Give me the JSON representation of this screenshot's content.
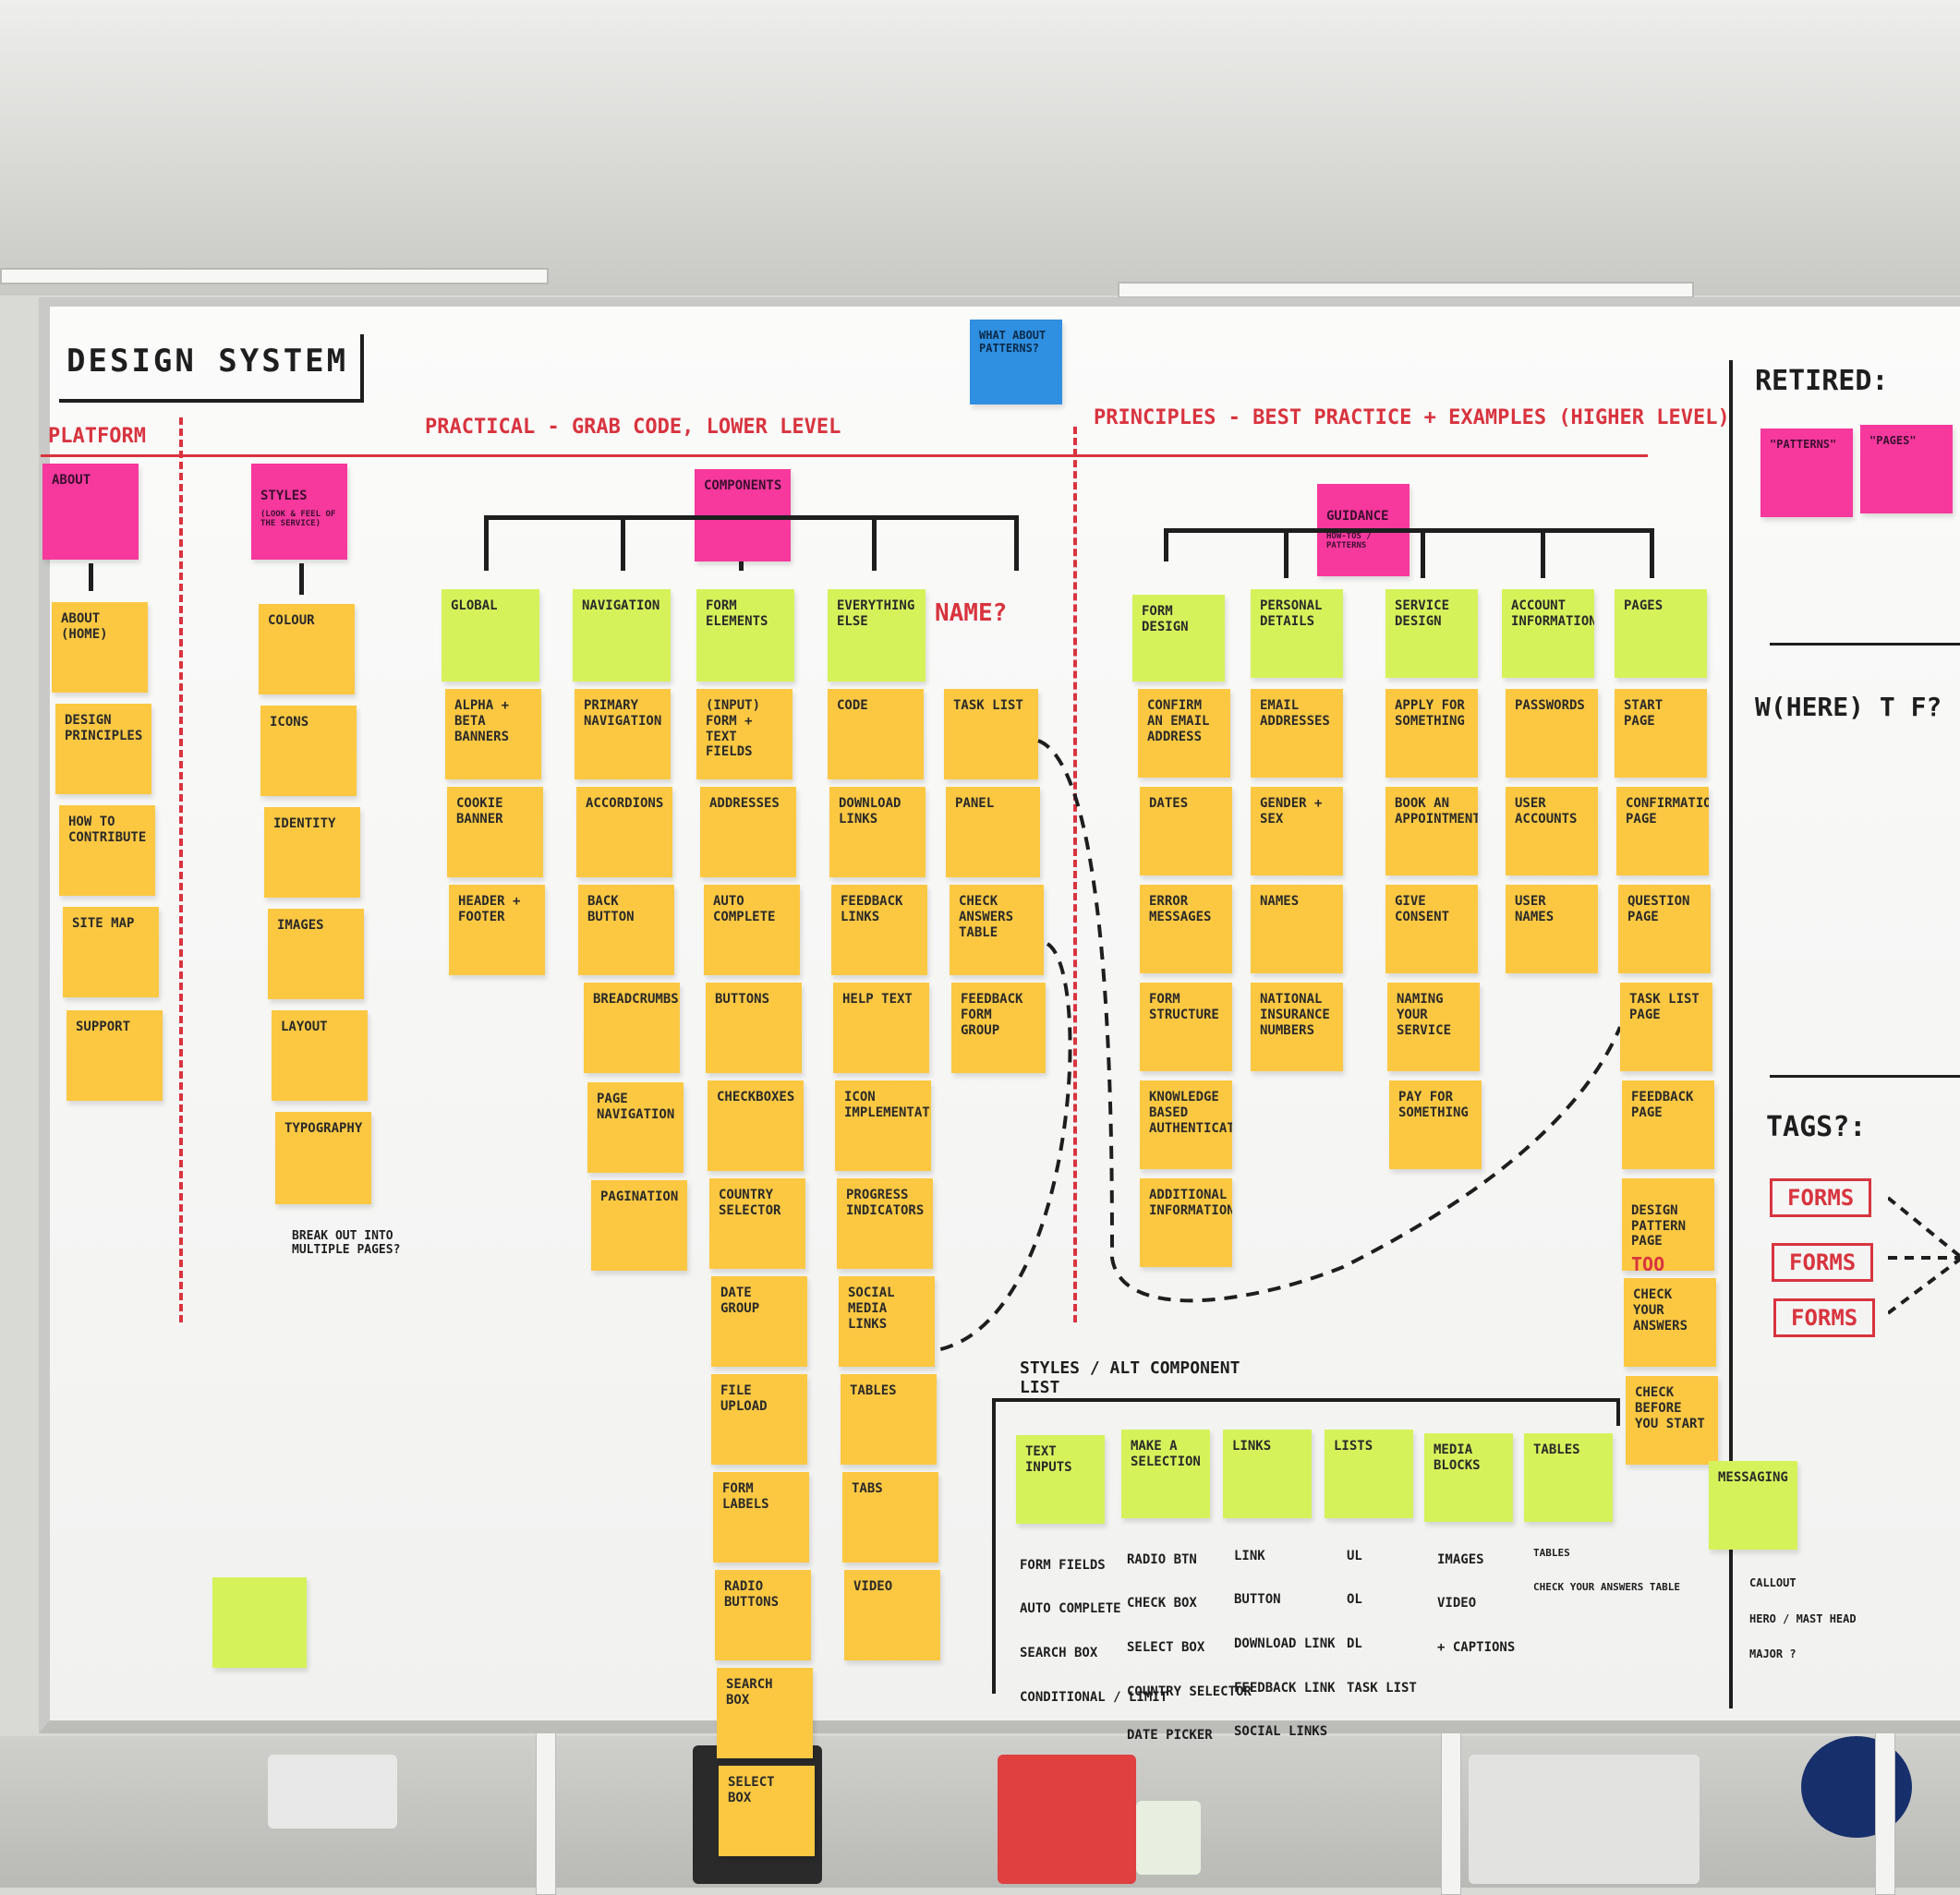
{
  "board": {
    "title": "DESIGN SYSTEM",
    "headers": {
      "platform": "PLATFORM",
      "practical": "PRACTICAL - GRAB CODE, LOWER LEVEL",
      "principles": "PRINCIPLES - BEST PRACTICE + EXAMPLES (HIGHER LEVEL)"
    },
    "blue_note": "WHAT ABOUT PATTERNS?",
    "name_question": "NAME?",
    "top_level": {
      "about": "ABOUT",
      "styles": "STYLES",
      "styles_sub": "(LOOK & FEEL OF THE SERVICE)",
      "components": "COMPONENTS",
      "guidance": "GUIDANCE",
      "guidance_sub": "HOW-TOS / PATTERNS"
    },
    "about_items": [
      "ABOUT (HOME)",
      "DESIGN PRINCIPLES",
      "HOW TO CONTRIBUTE",
      "SITE MAP",
      "SUPPORT"
    ],
    "style_items": [
      "COLOUR",
      "ICONS",
      "IDENTITY",
      "IMAGES",
      "LAYOUT",
      "TYPOGRAPHY"
    ],
    "typography_note": "BREAK OUT INTO MULTIPLE PAGES?",
    "component_groups": [
      {
        "title": "GLOBAL",
        "items": [
          "ALPHA + BETA BANNERS",
          "COOKIE BANNER",
          "HEADER + FOOTER"
        ]
      },
      {
        "title": "NAVIGATION",
        "items": [
          "PRIMARY NAVIGATION",
          "ACCORDIONS",
          "BACK BUTTON",
          "BREADCRUMBS",
          "PAGE NAVIGATION",
          "PAGINATION"
        ]
      },
      {
        "title": "FORM ELEMENTS",
        "items": [
          "(INPUT) FORM + TEXT FIELDS",
          "ADDRESSES",
          "AUTO COMPLETE",
          "BUTTONS",
          "CHECKBOXES",
          "COUNTRY SELECTOR",
          "DATE GROUP",
          "FILE UPLOAD",
          "FORM LABELS",
          "RADIO BUTTONS",
          "SEARCH BOX",
          "SELECT BOX"
        ]
      },
      {
        "title": "EVERYTHING ELSE",
        "items": [
          "CODE",
          "DOWNLOAD LINKS",
          "FEEDBACK LINKS",
          "HELP TEXT",
          "ICON IMPLEMENTATION",
          "PROGRESS INDICATORS",
          "SOCIAL MEDIA LINKS",
          "TABLES",
          "TABS",
          "VIDEO"
        ]
      },
      {
        "title": "",
        "items": [
          "TASK LIST",
          "PANEL",
          "CHECK ANSWERS TABLE",
          "FEEDBACK FORM GROUP"
        ]
      }
    ],
    "guidance_groups": [
      {
        "title": "FORM DESIGN",
        "items": [
          "CONFIRM AN EMAIL ADDRESS",
          "DATES",
          "ERROR MESSAGES",
          "FORM STRUCTURE",
          "KNOWLEDGE BASED AUTHENTICATION",
          "ADDITIONAL INFORMATION"
        ]
      },
      {
        "title": "PERSONAL DETAILS",
        "items": [
          "EMAIL ADDRESSES",
          "GENDER + SEX",
          "NAMES",
          "NATIONAL INSURANCE NUMBERS"
        ]
      },
      {
        "title": "SERVICE DESIGN",
        "items": [
          "APPLY FOR SOMETHING",
          "BOOK AN APPOINTMENT",
          "GIVE CONSENT",
          "NAMING YOUR SERVICE",
          "PAY FOR SOMETHING"
        ]
      },
      {
        "title": "ACCOUNT INFORMATION",
        "items": [
          "PASSWORDS",
          "USER ACCOUNTS",
          "USER NAMES"
        ]
      },
      {
        "title": "PAGES",
        "items": [
          "START PAGE",
          "CONFIRMATION PAGE",
          "QUESTION PAGE",
          "TASK LIST PAGE",
          "FEEDBACK PAGE",
          "DESIGN PATTERN PAGE",
          "CHECK YOUR ANSWERS",
          "CHECK BEFORE YOU START"
        ]
      }
    ],
    "too_meta": "TOO META",
    "retired": {
      "title": "RETIRED:",
      "notes": [
        "\"PATTERNS\"",
        "\"PAGES\""
      ]
    },
    "where_tf": "W(HERE) T F?",
    "tags": {
      "title": "TAGS?:",
      "boxes": [
        "FORMS",
        "FORMS",
        "FORMS"
      ]
    },
    "alt_list": {
      "title": "STYLES / ALT COMPONENT LIST",
      "columns": [
        {
          "title": "TEXT INPUTS",
          "items": [
            "FORM FIELDS",
            "AUTO COMPLETE",
            "SEARCH BOX",
            "CONDITIONAL / LIMIT"
          ]
        },
        {
          "title": "MAKE A SELECTION",
          "items": [
            "RADIO BTN",
            "CHECK BOX",
            "SELECT BOX",
            "COUNTRY SELECTOR",
            "DATE PICKER"
          ]
        },
        {
          "title": "LINKS",
          "items": [
            "LINK",
            "BUTTON",
            "DOWNLOAD LINK",
            "FEEDBACK LINK",
            "SOCIAL LINKS"
          ]
        },
        {
          "title": "LISTS",
          "items": [
            "UL",
            "OL",
            "DL",
            "TASK LIST"
          ]
        },
        {
          "title": "MEDIA BLOCKS",
          "items": [
            "IMAGES",
            "VIDEO",
            "+ CAPTIONS"
          ]
        },
        {
          "title": "TABLES",
          "items": [
            "TABLES",
            "CHECK YOUR ANSWERS TABLE"
          ]
        }
      ]
    },
    "messaging": {
      "title": "MESSAGING",
      "items": [
        "CALLOUT",
        "HERO / MAST HEAD",
        "MAJOR ?"
      ]
    }
  },
  "colors": {
    "yellow": "#fcc842",
    "green": "#d6f25a",
    "pink": "#f7389d",
    "blue": "#2f8fe0",
    "red_marker": "#d8343f",
    "black_marker": "#1e1e1e"
  }
}
